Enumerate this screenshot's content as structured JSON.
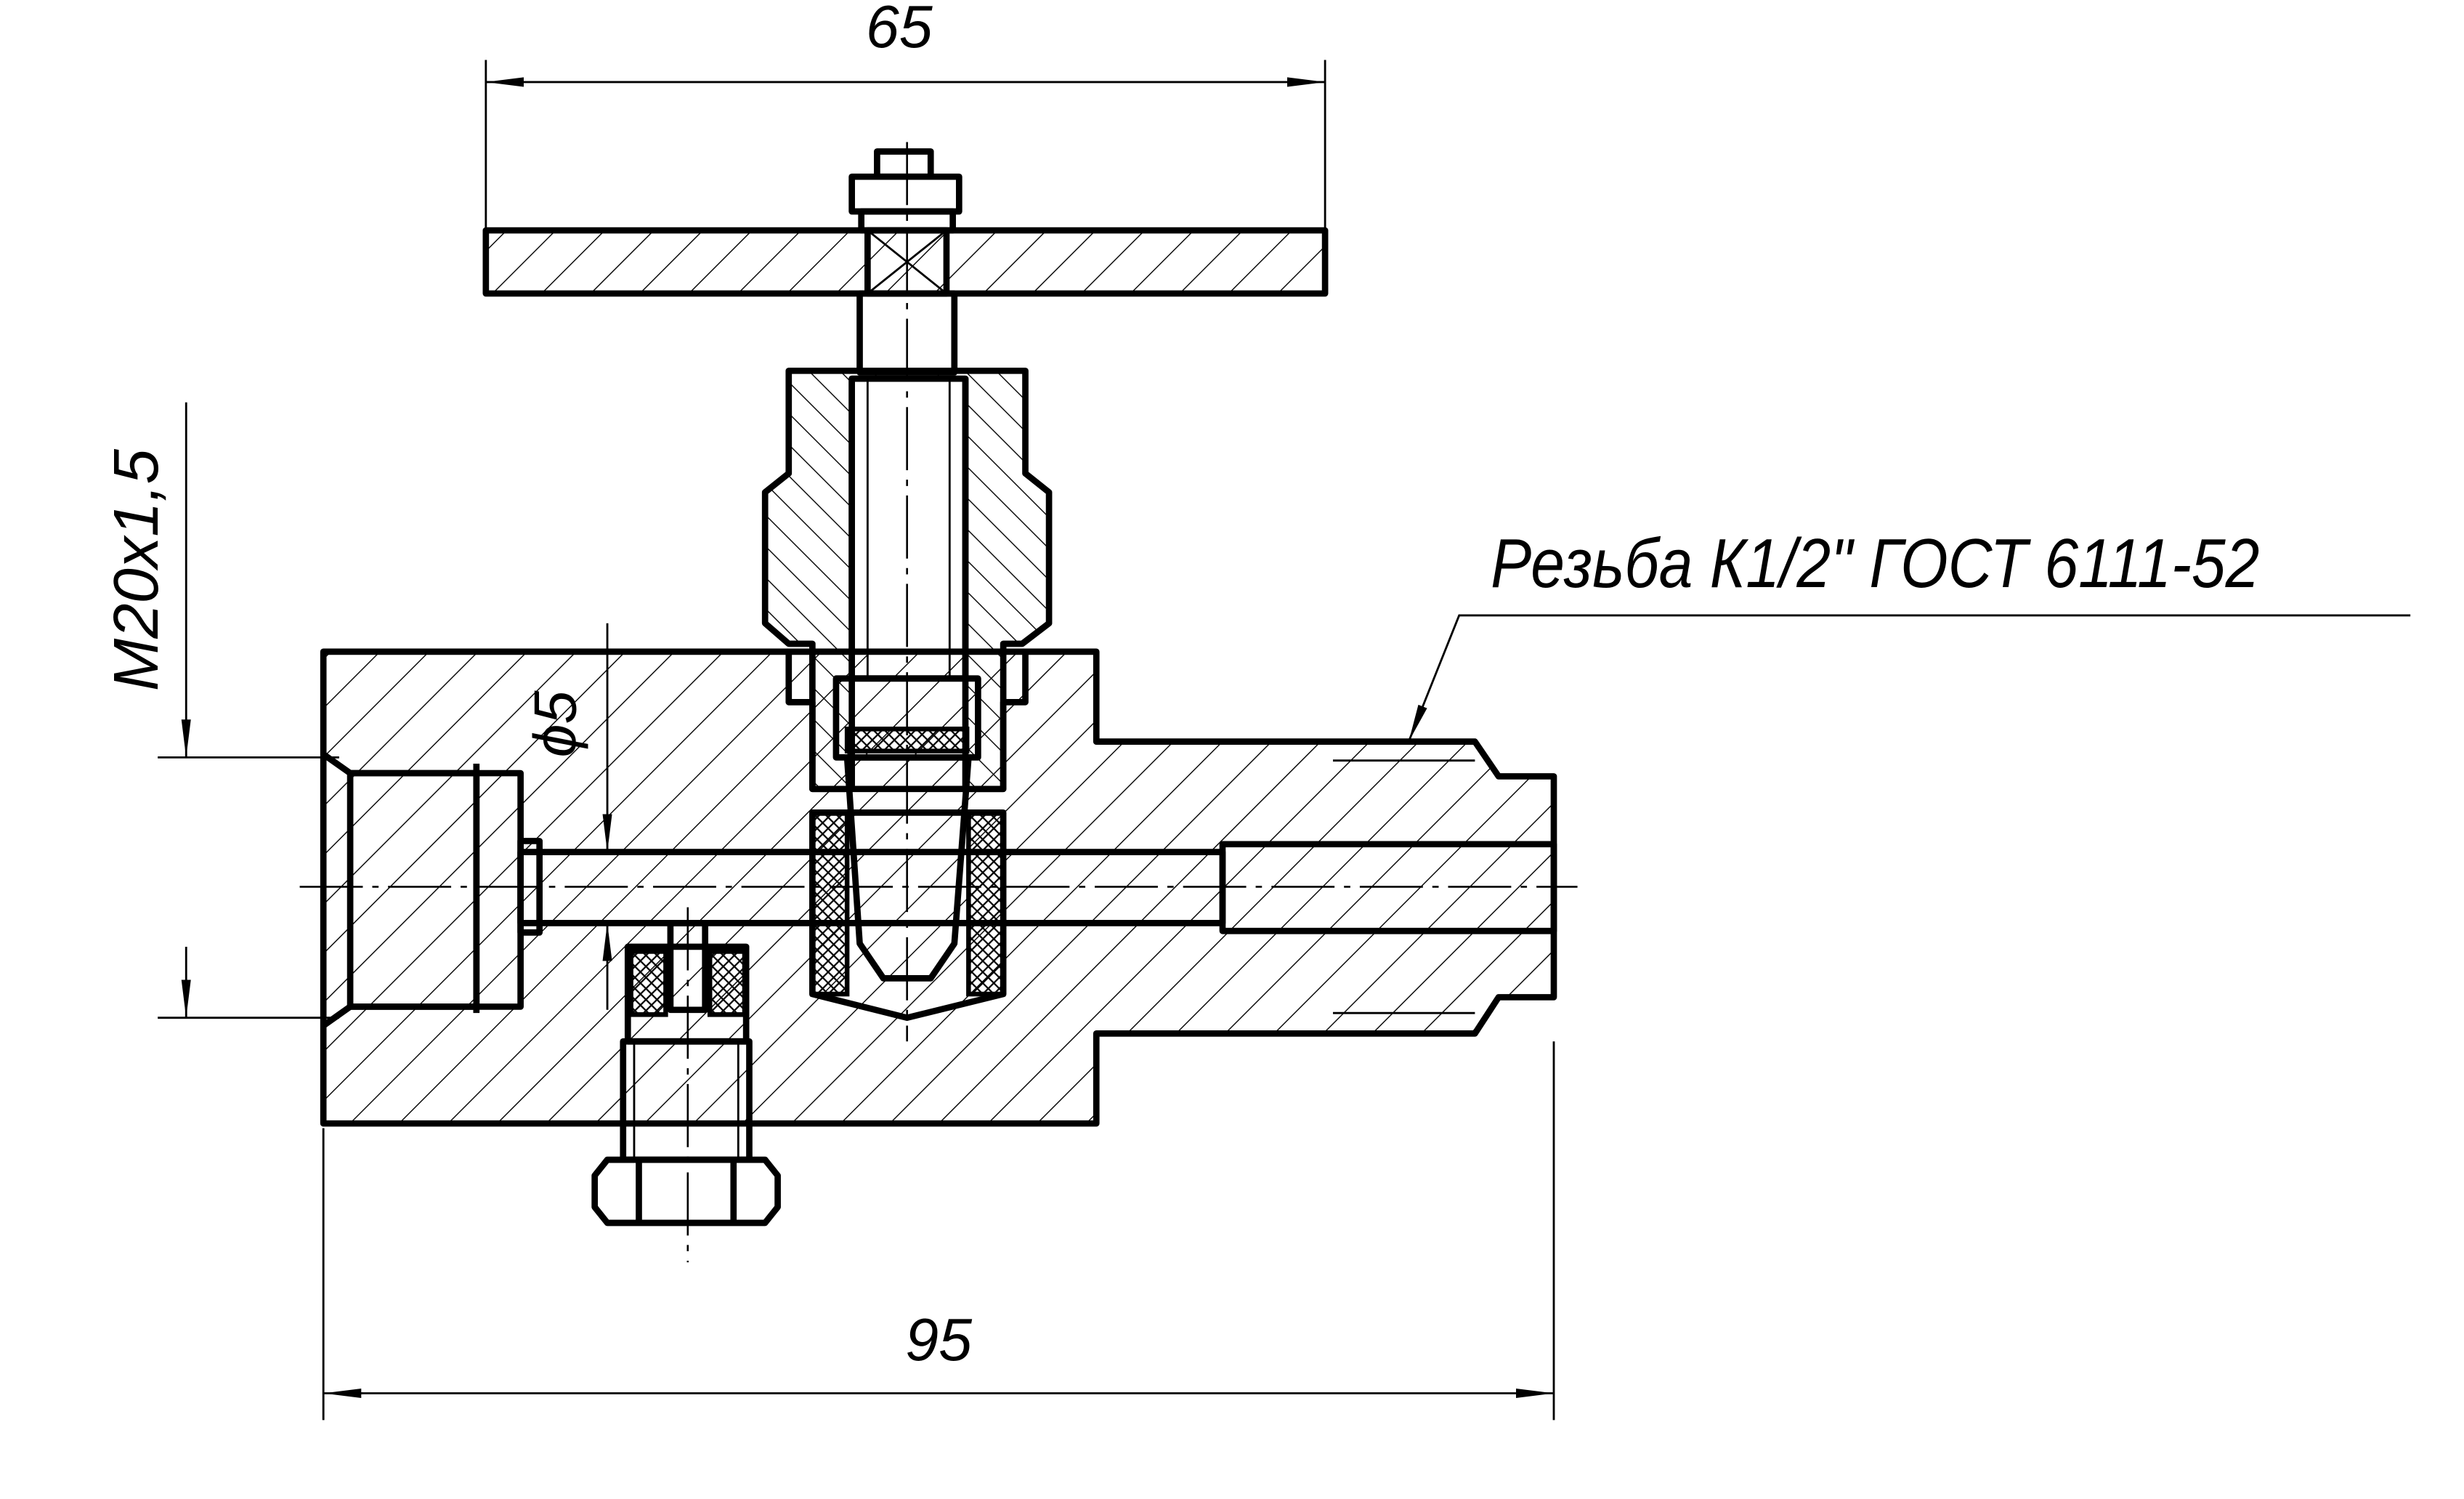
{
  "drawing": {
    "dim_top": "65",
    "dim_bottom": "95",
    "dim_thread_left": "M20x1,5",
    "dim_bore": "ϕ5",
    "note": "Резьба К1/2\" ГОСТ 6111-52"
  }
}
